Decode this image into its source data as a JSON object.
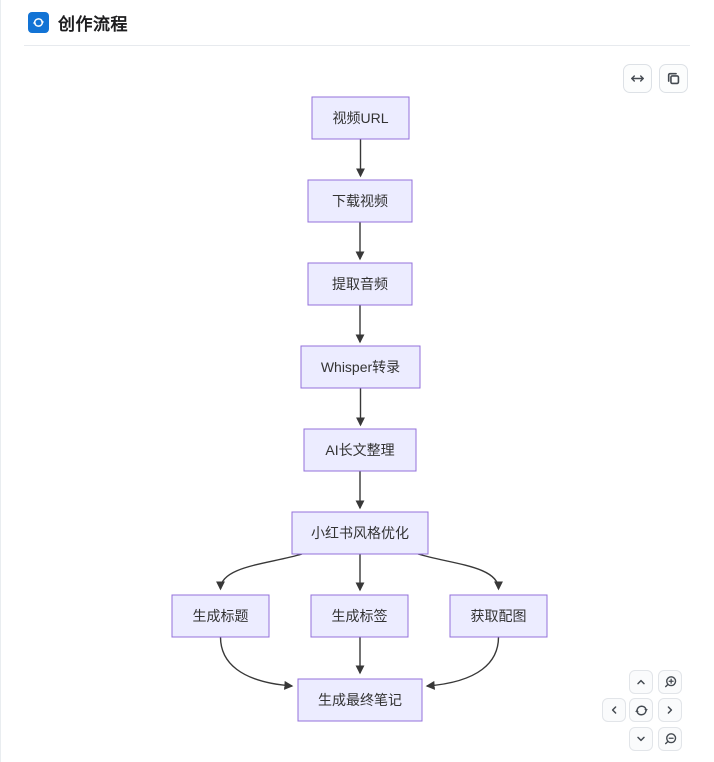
{
  "header": {
    "title": "创作流程",
    "icon": "sync-badge-icon",
    "icon_bg": "#1273d5"
  },
  "toolbar": {
    "fit_width_button": {
      "icon": "arrows-horizontal-icon"
    },
    "copy_button": {
      "icon": "copy-icon"
    }
  },
  "flowchart": {
    "type": "flowchart-top-down",
    "nodes": [
      {
        "label": "视频URL"
      },
      {
        "label": "下载视频"
      },
      {
        "label": "提取音频"
      },
      {
        "label": "Whisper转录"
      },
      {
        "label": "AI长文整理"
      },
      {
        "label": "小红书风格优化"
      },
      {
        "label": "生成标题"
      },
      {
        "label": "生成标签"
      },
      {
        "label": "获取配图"
      },
      {
        "label": "生成最终笔记"
      }
    ],
    "edges": [
      {
        "from": "视频URL",
        "to": "下载视频"
      },
      {
        "from": "下载视频",
        "to": "提取音频"
      },
      {
        "from": "提取音频",
        "to": "Whisper转录"
      },
      {
        "from": "Whisper转录",
        "to": "AI长文整理"
      },
      {
        "from": "AI长文整理",
        "to": "小红书风格优化"
      },
      {
        "from": "小红书风格优化",
        "to": "生成标题"
      },
      {
        "from": "小红书风格优化",
        "to": "生成标签"
      },
      {
        "from": "小红书风格优化",
        "to": "获取配图"
      },
      {
        "from": "生成标题",
        "to": "生成最终笔记"
      },
      {
        "from": "生成标签",
        "to": "生成最终笔记"
      },
      {
        "from": "获取配图",
        "to": "生成最终笔记"
      }
    ],
    "colors": {
      "node_fill": "#ECECFF",
      "node_border": "#9370DB",
      "edge": "#383838",
      "label": "#333333"
    }
  },
  "nav_pad": {
    "buttons": [
      {
        "name": "pan-up",
        "icon": "chevron-up-icon"
      },
      {
        "name": "zoom-in",
        "icon": "magnifier-plus-icon"
      },
      {
        "name": "pan-left",
        "icon": "chevron-left-icon"
      },
      {
        "name": "reset-view",
        "icon": "sync-icon"
      },
      {
        "name": "pan-right",
        "icon": "chevron-right-icon"
      },
      {
        "name": "pan-down",
        "icon": "chevron-down-icon"
      },
      {
        "name": "zoom-out",
        "icon": "magnifier-minus-icon"
      }
    ]
  }
}
